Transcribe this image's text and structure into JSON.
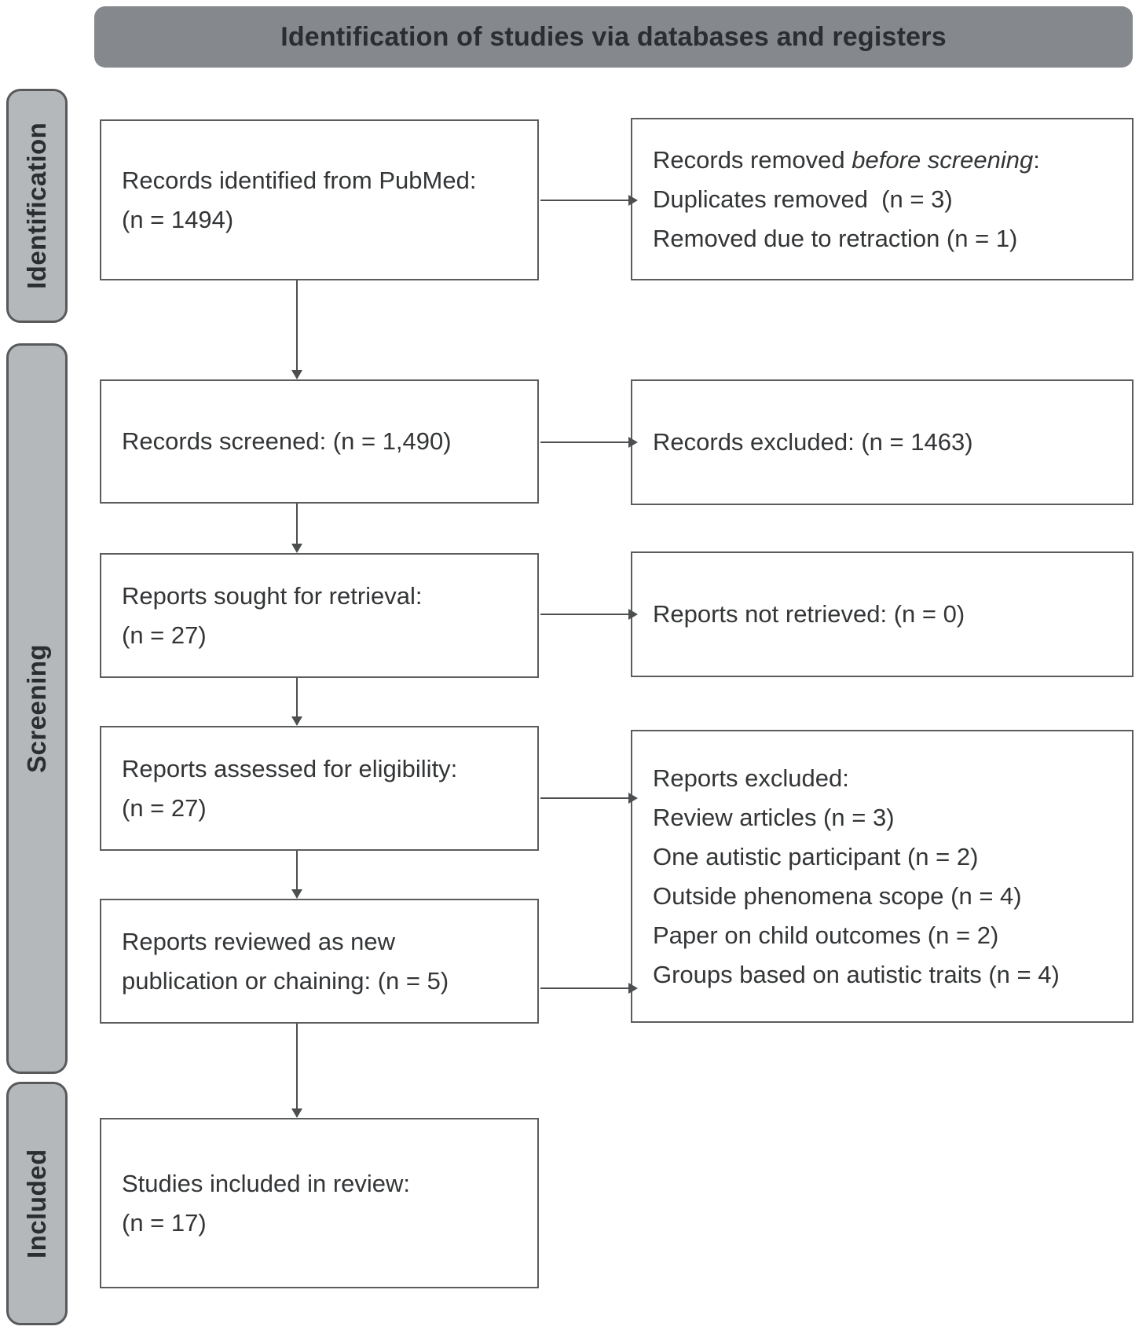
{
  "title": "Identification of studies via databases and registers",
  "stages": [
    {
      "label": "Identification"
    },
    {
      "label": "Screening"
    },
    {
      "label": "Included"
    }
  ],
  "boxes": {
    "records_identified": {
      "line1": "Records identified from PubMed:",
      "line2": "(n = 1494)"
    },
    "records_removed": {
      "line1_prefix": "Records removed ",
      "line1_italic": "before screening",
      "line1_suffix": ":",
      "line2": "Duplicates removed  (n = 3)",
      "line3": "Removed due to retraction (n = 1)"
    },
    "records_screened": {
      "line1": "Records screened: (n = 1,490)"
    },
    "records_excluded": {
      "line1": "Records excluded: (n = 1463)"
    },
    "reports_sought": {
      "line1": "Reports sought for retrieval:",
      "line2": "(n = 27)"
    },
    "reports_not_retrieved": {
      "line1": "Reports not retrieved: (n = 0)"
    },
    "reports_assessed": {
      "line1": "Reports assessed for eligibility:",
      "line2": "(n = 27)"
    },
    "reports_excluded": {
      "lines": [
        "Reports excluded:",
        "Review articles (n = 3)",
        "One autistic participant (n = 2)",
        "Outside phenomena scope (n = 4)",
        "Paper on child outcomes (n = 2)",
        "Groups based on autistic traits (n = 4)"
      ]
    },
    "reports_reviewed": {
      "line1": "Reports reviewed as new",
      "line2": "publication or chaining: (n = 5)"
    },
    "studies_included": {
      "line1": "Studies included in review:",
      "line2": "(n = 17)"
    }
  },
  "colors": {
    "title_bar_fill": "#85888c",
    "stage_bar_fill": "#b5b8ba",
    "stage_bar_border": "#58595b",
    "box_border": "#5a5c5e",
    "arrow": "#4c4e50",
    "text": "#333537",
    "background": "#ffffff"
  }
}
